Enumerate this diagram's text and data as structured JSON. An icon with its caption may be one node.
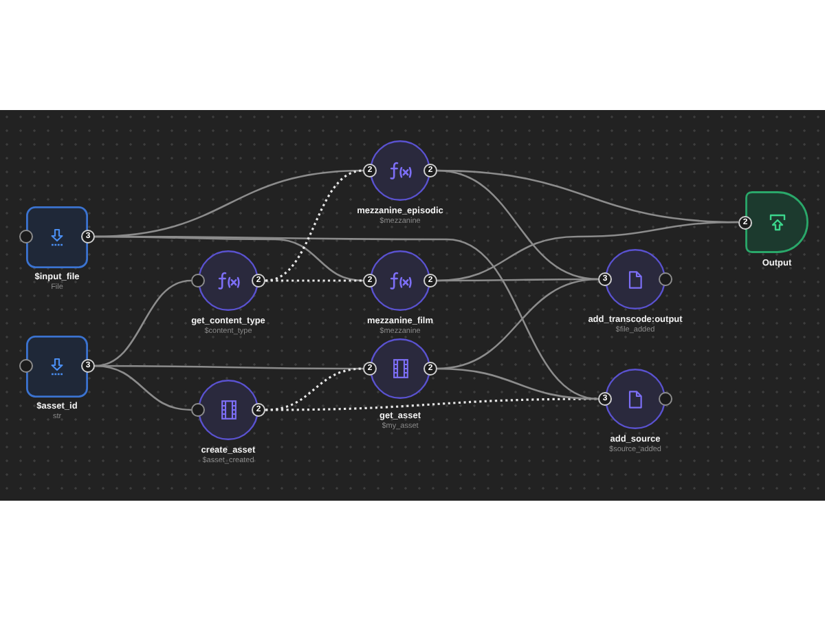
{
  "diagram": {
    "nodes": [
      {
        "text": [
          "$input_file",
          "File",
          "3"
        ]
      },
      {
        "text": [
          "$asset_id",
          "str",
          "3"
        ]
      },
      {
        "text": [
          "get_content_type",
          "$content_type",
          "2"
        ]
      },
      {
        "text": [
          "create_asset",
          "$asset_created",
          "2"
        ]
      },
      {
        "text": [
          "mezzanine_episodic",
          "$mezzanine",
          "2",
          "2"
        ]
      },
      {
        "text": [
          "mezzanine_film",
          "$mezzanine",
          "2",
          "2"
        ]
      },
      {
        "text": [
          "get_asset",
          "$my_asset",
          "2",
          "2"
        ]
      },
      {
        "text": [
          "add_transcode:output",
          "$file_added",
          "3"
        ]
      },
      {
        "text": [
          "add_source",
          "$source_added",
          "3"
        ]
      },
      {
        "text": [
          "Output",
          "2"
        ]
      }
    ],
    "edges": [
      {
        "from": 0,
        "to": 4,
        "arrow": "none"
      },
      {
        "from": 0,
        "to": 5,
        "arrow": "none"
      },
      {
        "from": 0,
        "to": 8,
        "arrow": "none"
      },
      {
        "from": 1,
        "to": 2,
        "arrow": "none"
      },
      {
        "from": 1,
        "to": 6,
        "arrow": "none"
      },
      {
        "from": 1,
        "to": 3,
        "arrow": "none"
      },
      {
        "from": 2,
        "to": 4,
        "arrow": "none",
        "style": "dashed",
        "color": "#e6e6e6"
      },
      {
        "from": 2,
        "to": 5,
        "arrow": "none",
        "style": "dashed",
        "color": "#e6e6e6"
      },
      {
        "from": 3,
        "to": 6,
        "arrow": "none",
        "style": "dashed",
        "color": "#e6e6e6"
      },
      {
        "from": 3,
        "to": 8,
        "arrow": "none",
        "style": "dashed",
        "color": "#e6e6e6"
      },
      {
        "from": 4,
        "to": 9,
        "arrow": "none"
      },
      {
        "from": 4,
        "to": 7,
        "arrow": "none"
      },
      {
        "from": 5,
        "to": 7,
        "arrow": "none"
      },
      {
        "from": 5,
        "to": 9,
        "arrow": "none"
      },
      {
        "from": 6,
        "to": 7,
        "arrow": "none"
      },
      {
        "from": 6,
        "to": 8,
        "arrow": "none"
      }
    ]
  }
}
